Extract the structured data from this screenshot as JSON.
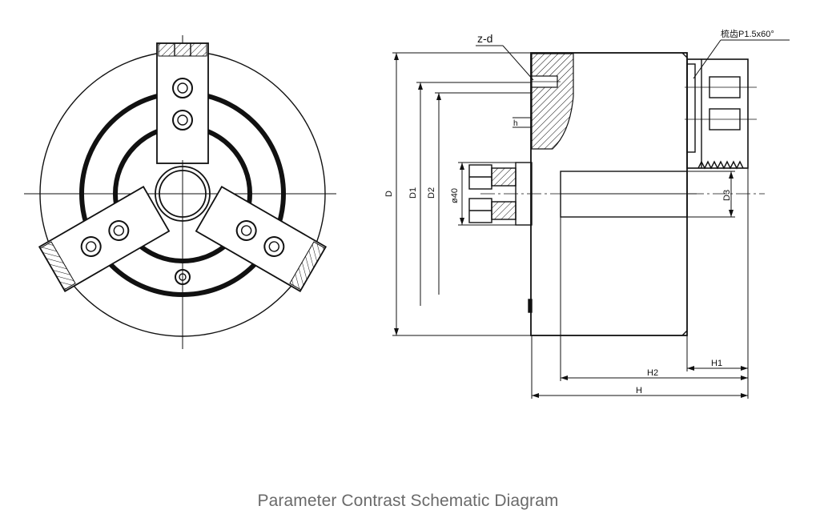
{
  "caption": "Parameter Contrast Schematic Diagram",
  "labels": {
    "z_d": "z-d",
    "thread": "梳齿P1.5x60°",
    "h": "h",
    "D": "D",
    "D1": "D1",
    "D2": "D2",
    "dia40": "ø40",
    "D3": "D3",
    "H1": "H1",
    "H2": "H2",
    "H": "H"
  },
  "colors": {
    "line": "#111111",
    "caption": "#6a6a6a"
  }
}
